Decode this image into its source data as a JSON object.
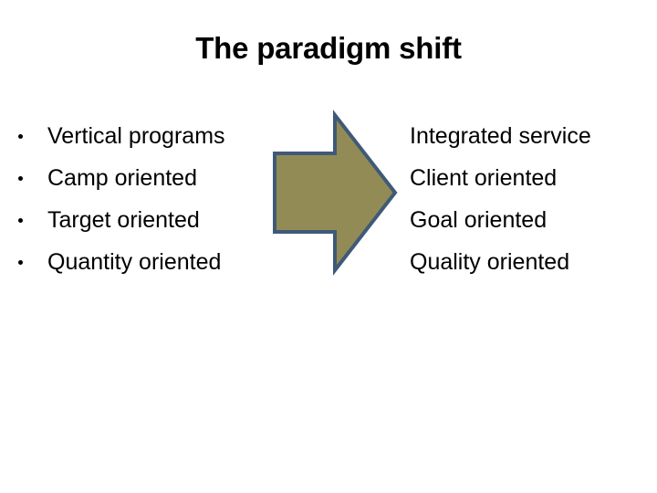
{
  "slide": {
    "title": "The paradigm shift",
    "background_color": "#FFFFFF",
    "text_color": "#000000"
  },
  "left_column": {
    "bullet_glyph": "•",
    "items": [
      {
        "label": "Vertical programs"
      },
      {
        "label": "Camp oriented"
      },
      {
        "label": "Target oriented"
      },
      {
        "label": "Quantity oriented"
      }
    ]
  },
  "right_column": {
    "items": [
      {
        "label": "Integrated service"
      },
      {
        "label": "Client oriented"
      },
      {
        "label": "Goal oriented"
      },
      {
        "label": "Quality oriented"
      }
    ]
  },
  "arrow": {
    "icon": "right-block-arrow-icon",
    "direction": "right",
    "fill_color": "#938B55",
    "border_color": "#3F5A78",
    "border_width": 4
  }
}
